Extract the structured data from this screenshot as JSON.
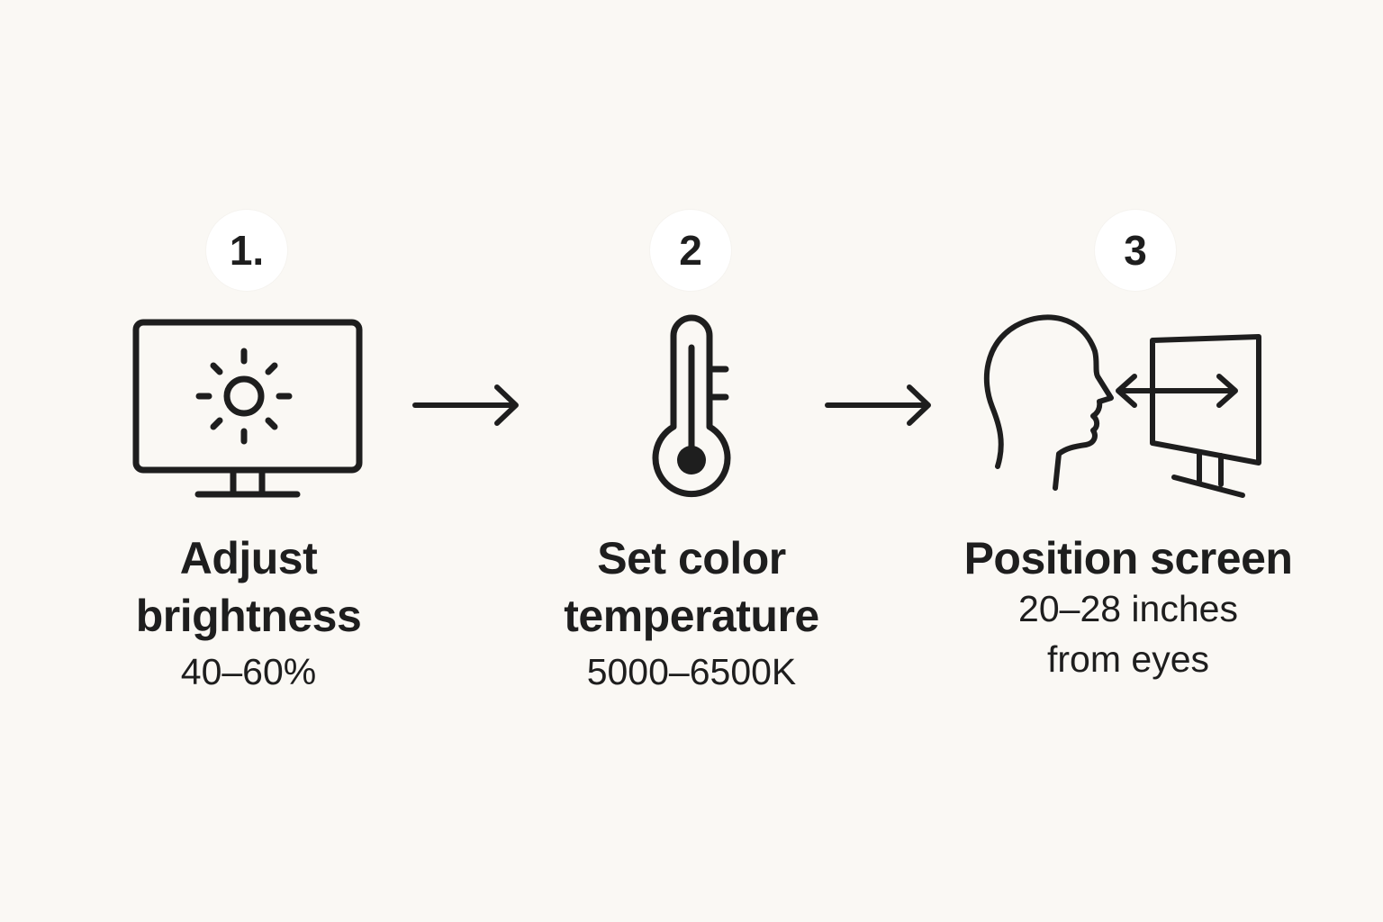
{
  "steps": [
    {
      "number": "1.",
      "icon": "monitor-brightness-icon",
      "title_lines": [
        "Adjust",
        "brightness"
      ],
      "detail_lines": [
        "40–60%"
      ]
    },
    {
      "number": "2",
      "icon": "thermometer-icon",
      "title_lines": [
        "Set color",
        "temperature"
      ],
      "detail_lines": [
        "5000–6500K"
      ]
    },
    {
      "number": "3",
      "icon": "head-screen-distance-icon",
      "title_lines": [
        "Position screen"
      ],
      "detail_lines": [
        "20–28 inches",
        "from eyes"
      ]
    }
  ],
  "colors": {
    "background": "#faf8f4",
    "ink": "#1e1e1e",
    "badge": "#ffffff"
  }
}
